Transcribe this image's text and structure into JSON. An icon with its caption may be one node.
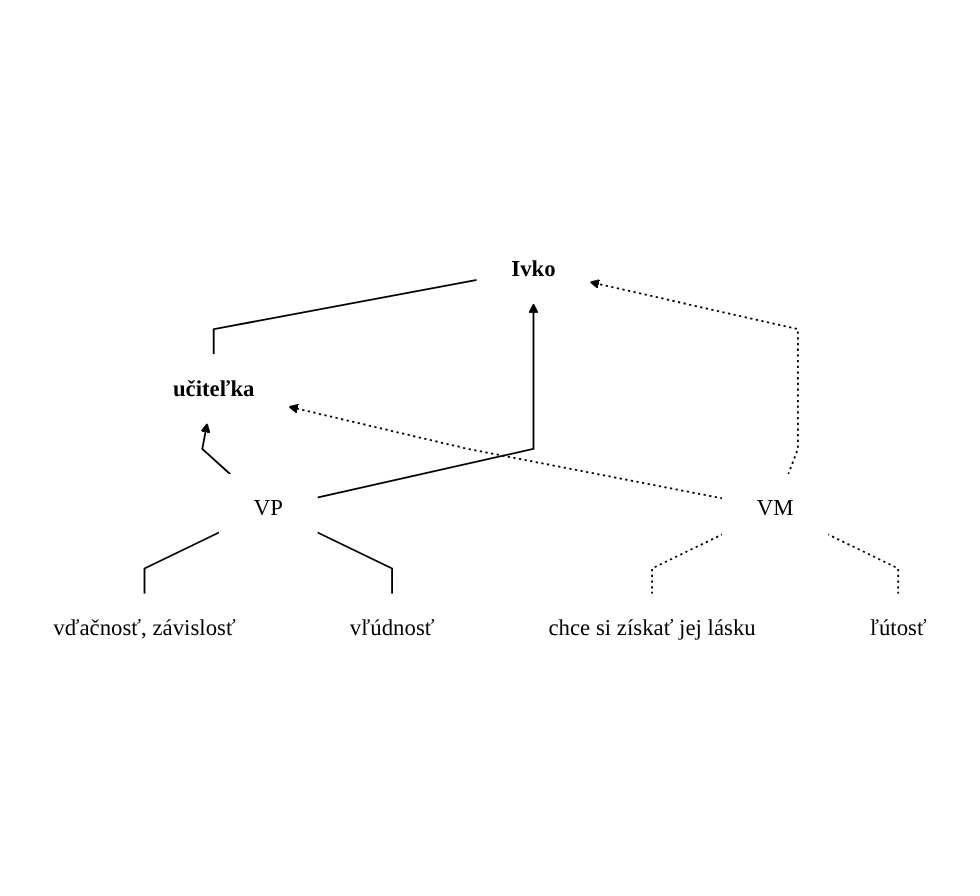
{
  "diagram": {
    "nodes": [
      {
        "text": [
          "Ivko"
        ]
      },
      {
        "text": [
          "učiteľka"
        ]
      },
      {
        "text": [
          "VP"
        ]
      },
      {
        "text": [
          "vďačnosť, závislosť"
        ]
      },
      {
        "text": [
          "vľúdnosť"
        ]
      },
      {
        "text": [
          "VM"
        ]
      },
      {
        "text": [
          "chce si získať jej lásku"
        ]
      },
      {
        "text": [
          "ľútosť"
        ]
      }
    ],
    "edges": [
      {
        "from": 0,
        "to": 1,
        "arrow": "none"
      },
      {
        "from": 2,
        "to": 0,
        "arrow": "to"
      },
      {
        "from": 2,
        "to": 1,
        "arrow": "to"
      },
      {
        "from": 5,
        "to": 0,
        "arrow": "to",
        "style": "dashed"
      },
      {
        "from": 5,
        "to": 1,
        "arrow": "to",
        "style": "dashed"
      },
      {
        "from": 2,
        "to": 3,
        "arrow": "none"
      },
      {
        "from": 2,
        "to": 4,
        "arrow": "none"
      },
      {
        "from": 5,
        "to": 6,
        "arrow": "none",
        "style": "dashed"
      },
      {
        "from": 5,
        "to": 7,
        "arrow": "none",
        "style": "dashed"
      }
    ]
  }
}
